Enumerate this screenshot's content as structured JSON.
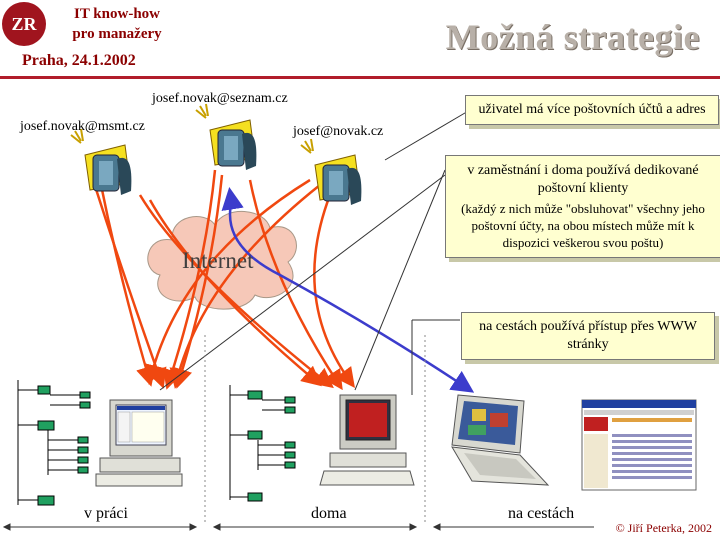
{
  "header": {
    "logo_text": "ZR",
    "brand_line1": "IT know-how",
    "brand_line2": "pro manažery",
    "date": "Praha, 24.1.2002",
    "title": "Možná strategie"
  },
  "accounts": [
    {
      "email": "josef.novak@msmt.cz"
    },
    {
      "email": "josef.novak@seznam.cz"
    },
    {
      "email": "josef@novak.cz"
    }
  ],
  "cloud": {
    "label": "Internet"
  },
  "callouts": {
    "multi_accounts": "uživatel má více poštovních účtů a adres",
    "dedicated_main": "v zaměstnání i doma používá dedikované poštovní klienty",
    "dedicated_sub": "(každý z nich může \"obsluhovat\" všechny jeho poštovní účty, na obou místech může mít k dispozici veškerou svou poštu)",
    "webmail": "na cestách používá přístup přes WWW stránky"
  },
  "locations": {
    "work": "v práci",
    "home": "doma",
    "travel": "na cestách"
  },
  "footer": {
    "credit": "© Jiří Peterka, 2002"
  },
  "colors": {
    "brand_red": "#8b0000",
    "arrow_red": "#f04810",
    "arrow_blue": "#3c3ccc",
    "callout_bg": "#ffffd0",
    "title_grey": "#b8b0a8"
  }
}
